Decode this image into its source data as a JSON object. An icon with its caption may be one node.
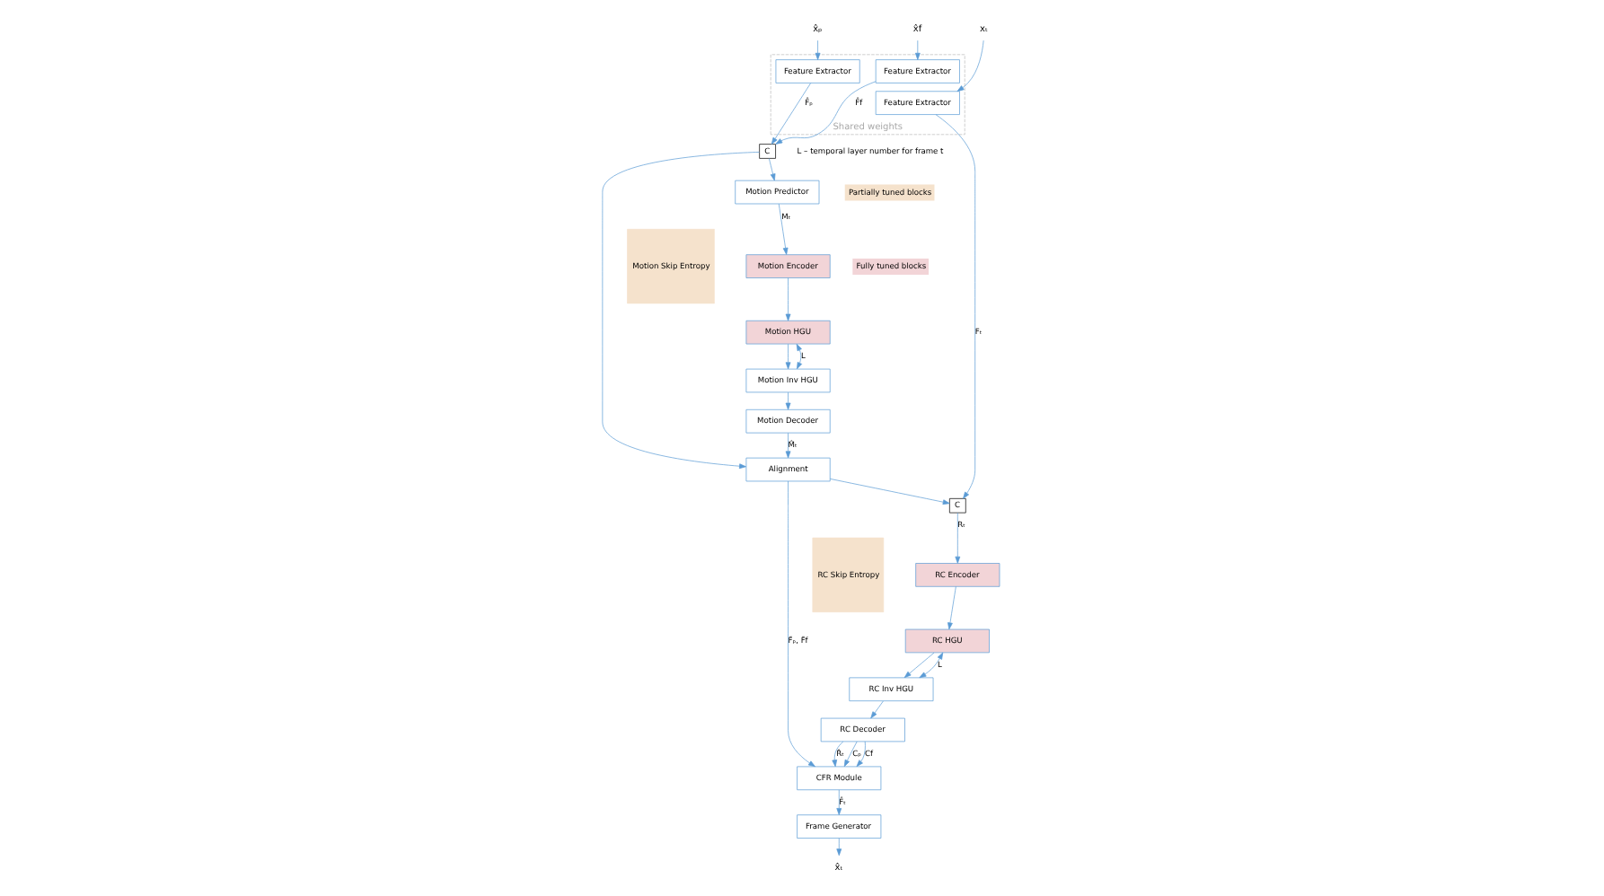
{
  "diagram": {
    "nodes": [
      {
        "text": [
          "Shared weights"
        ]
      },
      {
        "text": [
          "Feature Extractor"
        ],
        "in": 0
      },
      {
        "text": [
          "Feature Extractor"
        ],
        "in": 0
      },
      {
        "text": [
          "Feature Extractor"
        ],
        "in": 0
      },
      {
        "text": [
          "xₜ"
        ]
      },
      {
        "text": [
          "x̂ₚ"
        ]
      },
      {
        "text": [
          "x̂f"
        ]
      },
      {
        "text": [
          "C"
        ]
      },
      {
        "text": [
          "C"
        ]
      },
      {
        "text": [
          "Motion Predictor"
        ]
      },
      {
        "text": [
          "Motion Skip Entropy"
        ]
      },
      {
        "text": [
          "Motion Encoder"
        ]
      },
      {
        "text": [
          "Motion HGU"
        ]
      },
      {
        "text": [
          "Motion Inv HGU"
        ]
      },
      {
        "text": [
          "Motion Decoder"
        ]
      },
      {
        "text": [
          "Alignment"
        ]
      },
      {
        "text": [
          "RC Skip Entropy"
        ]
      },
      {
        "text": [
          "RC Encoder"
        ]
      },
      {
        "text": [
          "RC HGU"
        ]
      },
      {
        "text": [
          "RC Inv HGU"
        ]
      },
      {
        "text": [
          "RC Decoder"
        ]
      },
      {
        "text": [
          "CFR Module"
        ]
      },
      {
        "text": [
          "Frame Generator"
        ]
      },
      {
        "text": [
          "x̂ₜ"
        ]
      }
    ],
    "edges": [
      {
        "from": 4,
        "to": 1,
        "arrow": "to"
      },
      {
        "from": 5,
        "to": 2,
        "arrow": "to"
      },
      {
        "from": 6,
        "to": 3,
        "arrow": "to"
      },
      {
        "from": 1,
        "to": 8,
        "arrow": "to",
        "label": "Fₜ"
      },
      {
        "from": 2,
        "to": 7,
        "arrow": "to",
        "label": "F̂ₚ"
      },
      {
        "from": 3,
        "to": 7,
        "arrow": "to",
        "label": "F̂f"
      },
      {
        "from": 7,
        "to": 9,
        "arrow": "to"
      },
      {
        "from": 7,
        "to": 15,
        "arrow": "to"
      },
      {
        "from": 9,
        "to": 11,
        "arrow": "to",
        "label": "Mₜ"
      },
      {
        "from": 11,
        "to": 12,
        "arrow": "to"
      },
      {
        "from": 12,
        "to": 13,
        "arrow": "to"
      },
      {
        "from": 12,
        "to": 13,
        "arrow": "both",
        "label": "L"
      },
      {
        "from": 13,
        "to": 14,
        "arrow": "to"
      },
      {
        "from": 14,
        "to": 15,
        "arrow": "to",
        "label": "M̂ₜ"
      },
      {
        "from": 15,
        "to": 21,
        "arrow": "to",
        "label": "F̃ₚ, F̃f"
      },
      {
        "from": 15,
        "to": 8,
        "arrow": "to"
      },
      {
        "from": 8,
        "to": 17,
        "arrow": "to",
        "label": "Rₜ"
      },
      {
        "from": 17,
        "to": 18,
        "arrow": "to"
      },
      {
        "from": 18,
        "to": 19,
        "arrow": "to"
      },
      {
        "from": 18,
        "to": 19,
        "arrow": "both",
        "label": "L"
      },
      {
        "from": 19,
        "to": 20,
        "arrow": "to"
      },
      {
        "from": 20,
        "to": 21,
        "arrow": "to",
        "label": "Cₚ"
      },
      {
        "from": 20,
        "to": 21,
        "arrow": "to",
        "label": "Cf"
      },
      {
        "from": 20,
        "to": 21,
        "arrow": "to",
        "label": "R̂ₜ"
      },
      {
        "from": 21,
        "to": 22,
        "arrow": "to",
        "label": "F̂ₜ"
      },
      {
        "from": 22,
        "to": 23,
        "arrow": "to"
      }
    ],
    "labels": [
      "L – temporal layer number for frame t"
    ],
    "legend": [
      {
        "text": "Partially tuned blocks",
        "color": "#f5e2cc"
      },
      {
        "text": "Fully tuned blocks",
        "color": "#f2d4d7"
      }
    ]
  }
}
